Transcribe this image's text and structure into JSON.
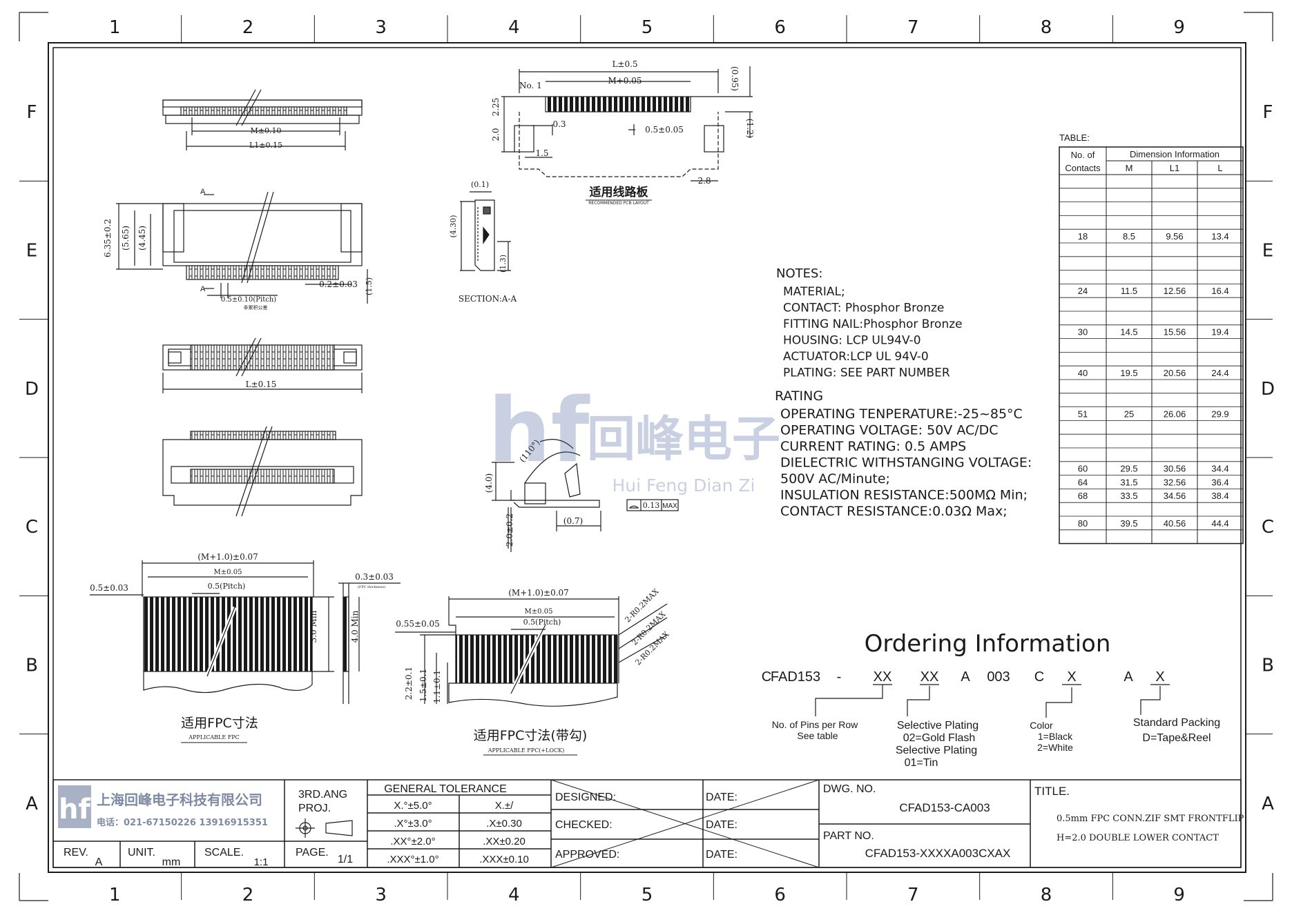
{
  "frame": {
    "columns": [
      "1",
      "2",
      "3",
      "4",
      "5",
      "6",
      "7",
      "8",
      "9"
    ],
    "rows": [
      "F",
      "E",
      "D",
      "C",
      "B",
      "A"
    ]
  },
  "views": {
    "top_dim_m": "M±0.10",
    "top_dim_l1": "L1±0.15",
    "side_a": "A",
    "side_dim_635": "6.35±0.2",
    "side_dim_565": "(5.65)",
    "side_dim_445": "(4.45)",
    "side_dim_pitch": "0.5±0.10(Pitch)",
    "side_dim_pitch_note": "非累积公差",
    "side_dim_02": "0.2±0.03",
    "side_dim_15": "(1.5)",
    "bottom_dim_l": "L±0.15",
    "section_label": "SECTION:A-A",
    "section_dim_01": "(0.1)",
    "section_dim_430": "(4.30)",
    "section_dim_13": "(1.3)",
    "pcb_dim_l": "L±0.5",
    "pcb_dim_m": "M+0.05",
    "pcb_no1": "No. 1",
    "pcb_dim_225": "2.25",
    "pcb_dim_20": "2.0",
    "pcb_dim_03": "0.3",
    "pcb_dim_05": "0.5±0.05",
    "pcb_dim_15": "1.5",
    "pcb_dim_28": "2.8",
    "pcb_dim_095": "(0.95)",
    "pcb_dim_12": "(1.2)",
    "pcb_title": "适用线路板",
    "pcb_subtitle": "RECOMMENDED PCB LAYOUT",
    "act_angle": "(110°)",
    "act_dim_40": "(4.0)",
    "act_dim_20": "2.0±0.2",
    "act_dim_07": "(0.7)",
    "act_flatness": "0.13",
    "act_flatness_max": "MAX",
    "fpc1_dim_total": "(M+1.0)±0.07",
    "fpc1_dim_m": "M±0.05",
    "fpc1_dim_pitch": "0.5(Pitch)",
    "fpc1_dim_left": "0.5±0.03",
    "fpc1_dim_30": "3.0 Min",
    "fpc1_dim_40": "4.0 Min",
    "fpc1_dim_thk": "0.3±0.03",
    "fpc1_dim_thk_note": "(FPC thickness)",
    "fpc1_title": "适用FPC寸法",
    "fpc1_subtitle": "APPLICABLE FPC",
    "fpc2_dim_total": "(M+1.0)±0.07",
    "fpc2_dim_m": "M±0.05",
    "fpc2_dim_pitch": "0.5(Pitch)",
    "fpc2_dim_055": "0.55±0.05",
    "fpc2_dim_22": "2.2±0.1",
    "fpc2_dim_15": "1.5±0.1",
    "fpc2_dim_11": "1.1±0.1",
    "fpc2_r1": "2-R0.2MAX",
    "fpc2_r2": "2-R0.2MAX",
    "fpc2_r3": "2-R0.2MAX",
    "fpc2_title": "适用FPC寸法(带勾)",
    "fpc2_subtitle": "APPLICABLE FPC(+LOCK)"
  },
  "watermark": {
    "logo": "hf",
    "cn": "回峰电子",
    "en": "Hui Feng Dian Zi"
  },
  "notes": {
    "title": "NOTES:",
    "lines": [
      "MATERIAL;",
      "CONTACT: Phosphor Bronze",
      "FITTING NAIL:Phosphor Bronze",
      "HOUSING: LCP UL94V-0",
      "ACTUATOR:LCP UL 94V-0",
      "PLATING: SEE PART NUMBER"
    ],
    "rating_title": "RATING",
    "rating_lines": [
      "OPERATING TENPERATURE:-25~85°C",
      "OPERATING VOLTAGE: 50V AC/DC",
      "CURRENT RATING: 0.5 AMPS",
      "DIELECTRIC WITHSTANGING VOLTAGE:",
      " 500V AC/Minute;",
      "INSULATION RESISTANCE:500MΩ  Min;",
      "CONTACT RESISTANCE:0.03Ω  Max;"
    ]
  },
  "dim_table": {
    "caption": "TABLE:",
    "head_left": "No. of Contacts",
    "head_left_1": "No. of",
    "head_left_2": "Contacts",
    "head_group": "Dimension Information",
    "cols": [
      "M",
      "L1",
      "L"
    ],
    "rows": [
      [
        "",
        "",
        "",
        ""
      ],
      [
        "",
        "",
        "",
        ""
      ],
      [
        "",
        "",
        "",
        ""
      ],
      [
        "",
        "",
        "",
        ""
      ],
      [
        "18",
        "8.5",
        "9.56",
        "13.4"
      ],
      [
        "",
        "",
        "",
        ""
      ],
      [
        "",
        "",
        "",
        ""
      ],
      [
        "",
        "",
        "",
        ""
      ],
      [
        "24",
        "11.5",
        "12.56",
        "16.4"
      ],
      [
        "",
        "",
        "",
        ""
      ],
      [
        "",
        "",
        "",
        ""
      ],
      [
        "30",
        "14.5",
        "15.56",
        "19.4"
      ],
      [
        "",
        "",
        "",
        ""
      ],
      [
        "",
        "",
        "",
        ""
      ],
      [
        "40",
        "19.5",
        "20.56",
        "24.4"
      ],
      [
        "",
        "",
        "",
        ""
      ],
      [
        "",
        "",
        "",
        ""
      ],
      [
        "51",
        "25",
        "26.06",
        "29.9"
      ],
      [
        "",
        "",
        "",
        ""
      ],
      [
        "",
        "",
        "",
        ""
      ],
      [
        "",
        "",
        "",
        ""
      ],
      [
        "60",
        "29.5",
        "30.56",
        "34.4"
      ],
      [
        "64",
        "31.5",
        "32.56",
        "36.4"
      ],
      [
        "68",
        "33.5",
        "34.56",
        "38.4"
      ],
      [
        "",
        "",
        "",
        ""
      ],
      [
        "80",
        "39.5",
        "40.56",
        "44.4"
      ],
      [
        "",
        "",
        "",
        ""
      ]
    ]
  },
  "ordering": {
    "title": "Ordering Information",
    "code": [
      "C",
      "FAD153",
      "-",
      "XX",
      "XX",
      "A",
      "003",
      "C",
      "X",
      "A",
      "X"
    ],
    "legend_pins_1": "No. of Pins per Row",
    "legend_pins_2": "See table",
    "legend_plating_1": "Selective Plating",
    "legend_plating_2": "02=Gold Flash",
    "legend_plating_3": "Selective Plating",
    "legend_plating_4": "01=Tin",
    "legend_color_1": "Color",
    "legend_color_2": "1=Black",
    "legend_color_3": "2=White",
    "legend_pack_1": "Standard Packing",
    "legend_pack_2": "D=Tape&Reel"
  },
  "title_block": {
    "company": "上海回峰电子科技有限公司",
    "phone": "电话：021-67150226   13916915351",
    "logo": "hf",
    "rev_label": "REV.",
    "rev_value": "A",
    "unit_label": "UNIT.",
    "unit_value": "mm",
    "scale_label": "SCALE.",
    "scale_value": "1:1",
    "proj_1": "3RD.ANG",
    "proj_2": "PROJ.",
    "page_label": "PAGE.",
    "page_value": "1/1",
    "tol_title": "GENERAL TOLERANCE",
    "tol_rows": [
      [
        "X.°±5.0°",
        "X.±/"
      ],
      [
        ".X°±3.0°",
        ".X±0.30"
      ],
      [
        ".XX°±2.0°",
        ".XX±0.20"
      ],
      [
        ".XXX°±1.0°",
        ".XXX±0.10"
      ]
    ],
    "designed": "DESIGNED:",
    "checked": "CHECKED:",
    "approved": "APPROVED:",
    "date": "DATE:",
    "dwg_label": "DWG. NO.",
    "dwg_value": "CFAD153-CA003",
    "part_label": "PART NO.",
    "part_value": "CFAD153-XXXXA003CXAX",
    "title_label": "TITLE.",
    "title_line1": "0.5mm FPC CONN.ZIF SMT FRONTFLIP",
    "title_line2": "H=2.0 DOUBLE LOWER CONTACT"
  }
}
